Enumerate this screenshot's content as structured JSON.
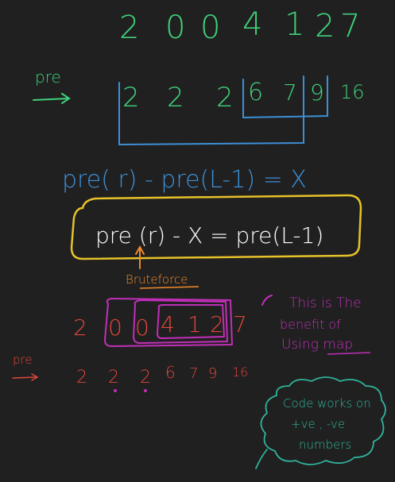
{
  "colors": {
    "background": "#202020",
    "green": "#3fd07a",
    "blue": "#3d8fd6",
    "yellow": "#e6c229",
    "orange": "#f08a2c",
    "red": "#e0463c",
    "magenta": "#c02fb8",
    "teal": "#2fb39b"
  },
  "top_array": {
    "values": [
      "2",
      "0",
      "0",
      "4",
      "1",
      "2",
      "7"
    ]
  },
  "top_prefix": {
    "label": "pre",
    "values": [
      "2",
      "2",
      "2",
      "6",
      "7",
      "9",
      "16"
    ]
  },
  "equation_1": "pre( r) - pre(L-1) = X",
  "equation_2": "pre (r) - X = pre(L-1)",
  "bruteforce_label": "Bruteforce",
  "bottom_array": {
    "values": [
      "2",
      "0",
      "0",
      "4",
      "1",
      "2",
      "7"
    ]
  },
  "bottom_prefix": {
    "label": "pre",
    "values": [
      "2",
      "2",
      "2",
      "6",
      "7",
      "9",
      "16"
    ]
  },
  "map_note": {
    "lines": [
      "This is The",
      "benefit of",
      "Using map"
    ]
  },
  "cloud_note": {
    "lines": [
      "Code works on",
      "+ve , -ve",
      "numbers"
    ]
  }
}
